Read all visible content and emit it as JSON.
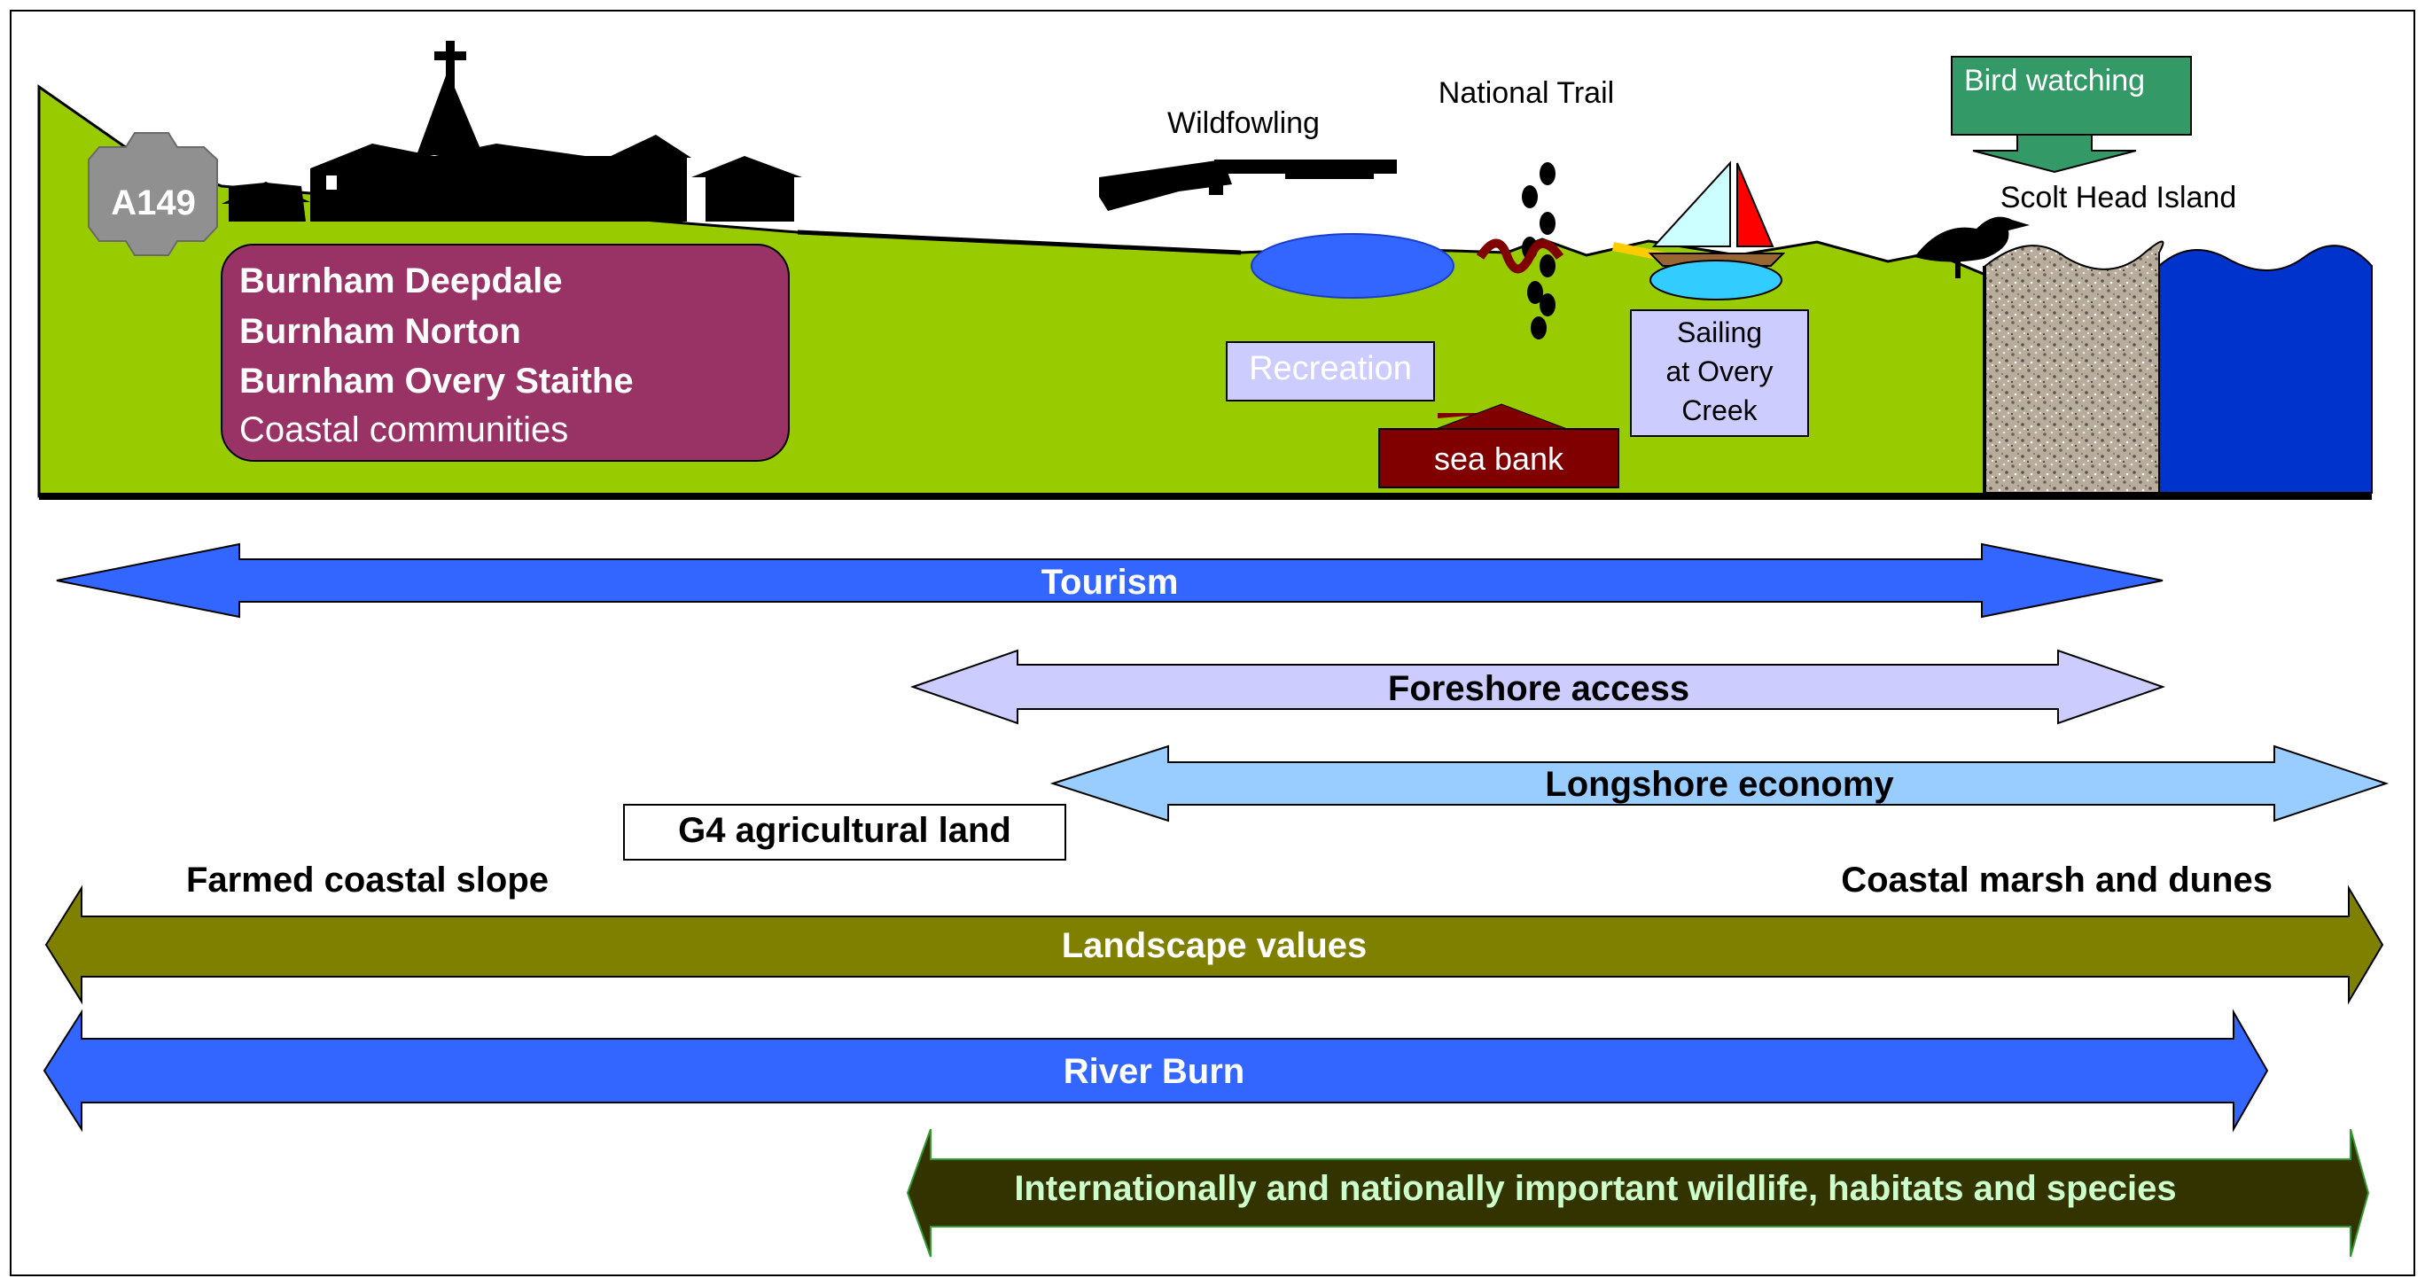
{
  "scene": {
    "road_sign": "A149",
    "communities": {
      "lines": [
        "Burnham Deepdale",
        "Burnham Norton",
        "Burnham Overy Staithe"
      ],
      "caption": "Coastal communities"
    },
    "wildfowling": "Wildfowling",
    "national_trail": "National Trail",
    "bird_watching": "Bird watching",
    "scolt_head": "Scolt Head Island",
    "recreation": "Recreation",
    "sailing": [
      "Sailing",
      "at Overy",
      "Creek"
    ],
    "sea_bank": "sea bank"
  },
  "arrows": {
    "tourism": "Tourism",
    "foreshore": "Foreshore access",
    "longshore": "Longshore economy",
    "landscape": "Landscape values",
    "river": "River Burn",
    "wildlife": "Internationally and nationally important wildlife, habitats and species"
  },
  "labels": {
    "g4": "G4  agricultural land",
    "farmed": "Farmed coastal slope",
    "marsh": "Coastal marsh and dunes"
  },
  "colors": {
    "land": "#99cc00",
    "community_box": "#993366",
    "tourism": "#3366ff",
    "foreshore": "#ccccff",
    "longshore": "#99ccff",
    "landscape": "#808000",
    "river": "#3366ff",
    "wildlife": "#333300",
    "sea": "#0033cc",
    "bird_box": "#339966",
    "sea_bank": "#800000"
  }
}
